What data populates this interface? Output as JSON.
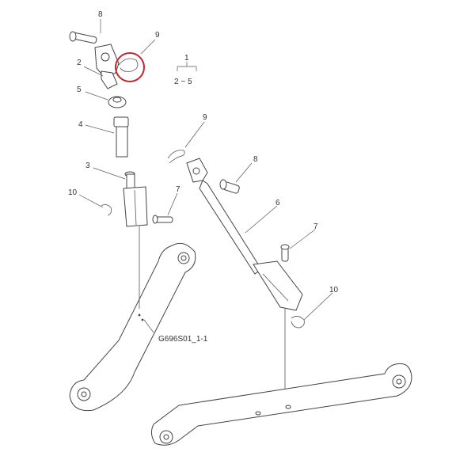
{
  "diagram": {
    "code": "G696S01_1-1",
    "callouts": {
      "c8a": "8",
      "c9a": "9",
      "c1": "1",
      "c1range": "2 ~ 5",
      "c2": "2",
      "c5": "5",
      "c4": "4",
      "c3": "3",
      "c10a": "10",
      "c7a": "7",
      "c9b": "9",
      "c8b": "8",
      "c6": "6",
      "c7b": "7",
      "c10b": "10"
    },
    "highlight_color": "#c0262d",
    "line_color": "#444444"
  }
}
